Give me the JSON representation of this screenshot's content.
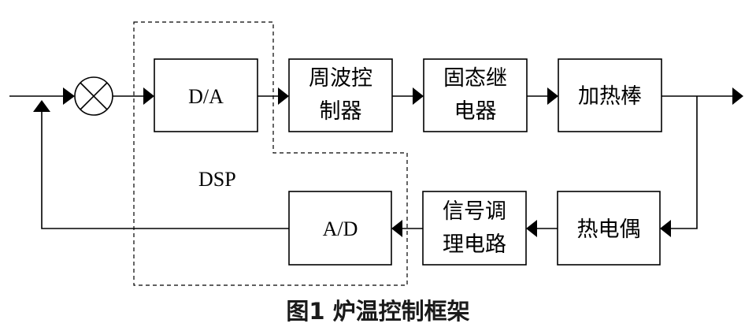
{
  "blocks": {
    "da": "D/A",
    "cycle_control": [
      "周波控",
      "制器"
    ],
    "ssr": [
      "固态继",
      "电器"
    ],
    "heater": "加热棒",
    "thermocouple": "热电偶",
    "conditioning": [
      "信号调",
      "理电路"
    ],
    "ad": "A/D"
  },
  "region_label": "DSP",
  "caption": "图1  炉温控制框架"
}
